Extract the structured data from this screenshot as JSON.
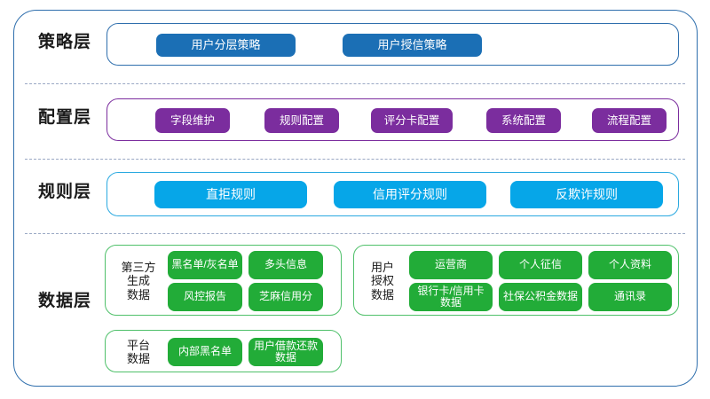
{
  "diagram": {
    "title_layers": [
      "策略层",
      "配置层",
      "规则层",
      "数据层"
    ],
    "colors": {
      "strategy": "#1b6fb5",
      "config": "#7b2d9e",
      "rule": "#06a6e8",
      "data": "#22ac38",
      "frame": "#2f6fad",
      "separator": "#9aa8c4"
    }
  },
  "strategy_layer": {
    "label": "策略层",
    "items": [
      {
        "label": "用户分层策略"
      },
      {
        "label": "用户授信策略"
      }
    ]
  },
  "config_layer": {
    "label": "配置层",
    "items": [
      {
        "label": "字段维护"
      },
      {
        "label": "规则配置"
      },
      {
        "label": "评分卡配置"
      },
      {
        "label": "系统配置"
      },
      {
        "label": "流程配置"
      }
    ]
  },
  "rule_layer": {
    "label": "规则层",
    "items": [
      {
        "label": "直拒规则"
      },
      {
        "label": "信用评分规则"
      },
      {
        "label": "反欺诈规则"
      }
    ]
  },
  "data_layer": {
    "label": "数据层",
    "groups": [
      {
        "name": "third-party-generated-data",
        "label": "第三方\n生成\n数据",
        "label_lines": [
          "第三方",
          "生成",
          "数据"
        ],
        "items": [
          {
            "label": "黑名单/灰名单"
          },
          {
            "label": "多头信息"
          },
          {
            "label": "风控报告"
          },
          {
            "label": "芝麻信用分"
          }
        ]
      },
      {
        "name": "user-authorized-data",
        "label": "用户\n授权\n数据",
        "label_lines": [
          "用户",
          "授权",
          "数据"
        ],
        "items": [
          {
            "label": "运营商"
          },
          {
            "label": "个人征信"
          },
          {
            "label": "个人资料"
          },
          {
            "label": "银行卡/信用卡数据"
          },
          {
            "label": "社保公积金数据"
          },
          {
            "label": "通讯录"
          }
        ]
      },
      {
        "name": "platform-data",
        "label": "平台\n数据",
        "label_lines": [
          "平台",
          "数据"
        ],
        "items": [
          {
            "label": "内部黑名单"
          },
          {
            "label": "用户借款还款数据"
          }
        ]
      }
    ]
  }
}
